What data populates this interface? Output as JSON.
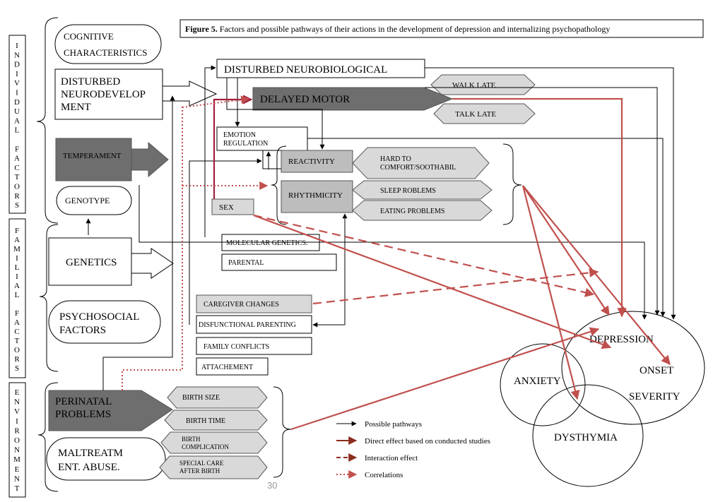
{
  "title": {
    "bold": "Figure 5.",
    "rest": " Factors and possible pathways of their actions in the development of depression and internalizing psychopathology"
  },
  "side_labels": {
    "individual": [
      "I",
      "N",
      "D",
      "I",
      "V",
      "I",
      "D",
      "U",
      "A",
      "L",
      "",
      "F",
      "A",
      "C",
      "T",
      "O",
      "R",
      "S"
    ],
    "familial": [
      "F",
      "A",
      "M",
      "I",
      "L",
      "I",
      "A",
      "L",
      "",
      "F",
      "A",
      "C",
      "T",
      "O",
      "R",
      "S"
    ],
    "environment": [
      "E",
      "N",
      "V",
      "I",
      "R",
      "O",
      "N",
      "M",
      "E",
      "N",
      "T"
    ]
  },
  "nodes": {
    "cognitive": [
      "COGNITIVE",
      "CHARACTERISTICS"
    ],
    "neurodev": [
      "DISTURBED",
      "NEURODEVELOP",
      "MENT"
    ],
    "temperament": "TEMPERAMENT",
    "genotype": "GENOTYPE",
    "genetics": "GENETICS",
    "psychosocial": [
      "PSYCHOSOCIAL",
      "FACTORS"
    ],
    "perinatal": [
      "PERINATAL",
      "PROBLEMS"
    ],
    "maltreatment": [
      "MALTREATM",
      "ENT. ABUSE."
    ],
    "neurobio": "DISTURBED NEUROBIOLOGICAL",
    "delayed_motor": "DELAYED MOTOR",
    "walk_late": "WALK LATE",
    "talk_late": "TALK LATE",
    "emotion_reg": [
      "EMOTION",
      "REGULATION"
    ],
    "reactivity": "REACTIVITY",
    "rhythmicity": "RHYTHMICITY",
    "hard_comfort": [
      "HARD TO",
      "COMFORT/SOOTHABIL"
    ],
    "sleep": "SLEEP ROBLEMS",
    "eating": "EATING PROBLEMS",
    "sex": "SEX",
    "molecular": "MOLECULAR GENETICS.",
    "parental": "PARENTAL",
    "caregiver": "CAREGIVER CHANGES",
    "disfunctional": "DISFUNCTIONAL PARENTING",
    "family_conflicts": "FAMILY CONFLICTS",
    "attachement": "ATTACHEMENT",
    "birth_size": "BIRTH SIZE",
    "birth_time": "BIRTH TIME",
    "birth_complication": [
      "BIRTH",
      "COMPLICATION"
    ],
    "special_care": [
      "SPECIAL CARE",
      "AFTER BIRTH"
    ]
  },
  "outcomes": {
    "depression": "DEPRESSION",
    "onset": "ONSET",
    "severity": "SEVERITY",
    "anxiety": "ANXIETY",
    "dysthymia": "DYSTHYMIA"
  },
  "legend": [
    {
      "label": "Possible pathways",
      "style": "solid",
      "color": "#000000"
    },
    {
      "label": "Direct effect based on conducted studies",
      "style": "solid",
      "color": "#8b2c1c"
    },
    {
      "label": "Interaction effect",
      "style": "dashed",
      "color": "#8b2c1c"
    },
    {
      "label": "Correlations",
      "style": "dotted",
      "color": "#c0504d"
    }
  ],
  "page_number": "30",
  "colors": {
    "dark_fill": "#6e6e6e",
    "mid_fill": "#bdbdbd",
    "light_fill": "#d9d9d9",
    "red": "#c0504d",
    "crimson": "#a31f3c"
  }
}
